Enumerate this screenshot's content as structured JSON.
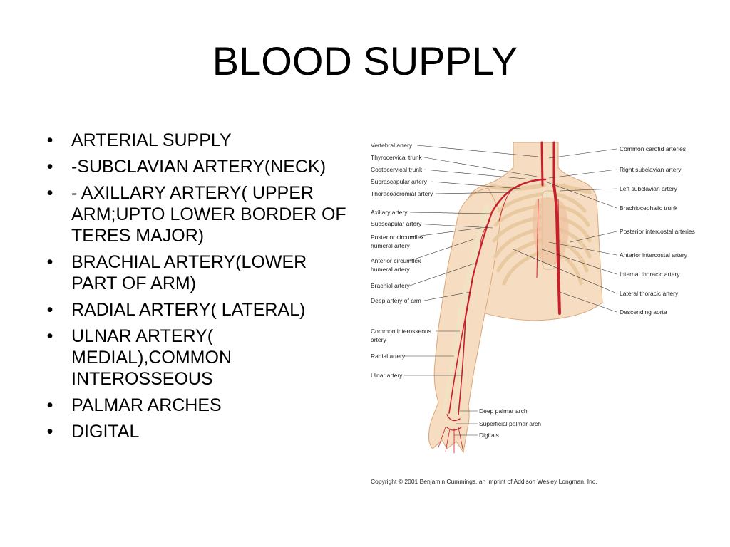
{
  "slide": {
    "title": "BLOOD SUPPLY",
    "bullet_symbol": "•",
    "bullets": [
      "ARTERIAL SUPPLY",
      "-SUBCLAVIAN ARTERY(NECK)",
      "- AXILLARY ARTERY( UPPER ARM;UPTO LOWER BORDER OF TERES MAJOR)",
      "BRACHIAL ARTERY(LOWER PART OF ARM)",
      "RADIAL ARTERY( LATERAL)",
      "ULNAR ARTERY( MEDIAL),COMMON INTEROSSEOUS",
      "PALMAR ARCHES",
      "DIGITAL"
    ]
  },
  "figure": {
    "left_labels": [
      "Vertebral artery",
      "Thyrocervical trunk",
      "Costocervical trunk",
      "Suprascapular artery",
      "Thoracoacromial artery",
      "Axillary artery",
      "Subscapular artery",
      "Posterior circumflex",
      "humeral artery",
      "Anterior circumflex",
      "humeral artery",
      "Brachial artery",
      "Deep artery of arm",
      "Common interosseous",
      "artery",
      "Radial artery",
      "Ulnar artery"
    ],
    "right_labels": [
      "Common carotid arteries",
      "Right subclavian artery",
      "Left subclavian artery",
      "Brachiocephalic trunk",
      "Posterior intercostal arteries",
      "Anterior intercostal artery",
      "Internal thoracic artery",
      "Lateral thoracic artery",
      "Descending aorta"
    ],
    "hand_labels": [
      "Deep palmar arch",
      "Superficial palmar arch",
      "Digitals"
    ],
    "copyright": "Copyright © 2001 Benjamin Cummings, an imprint of Addison Wesley Longman, Inc.",
    "colors": {
      "artery": "#c8202a",
      "skin": "#f6dcc0",
      "bone": "#f1e2c4",
      "outline": "#d9a77a"
    }
  }
}
